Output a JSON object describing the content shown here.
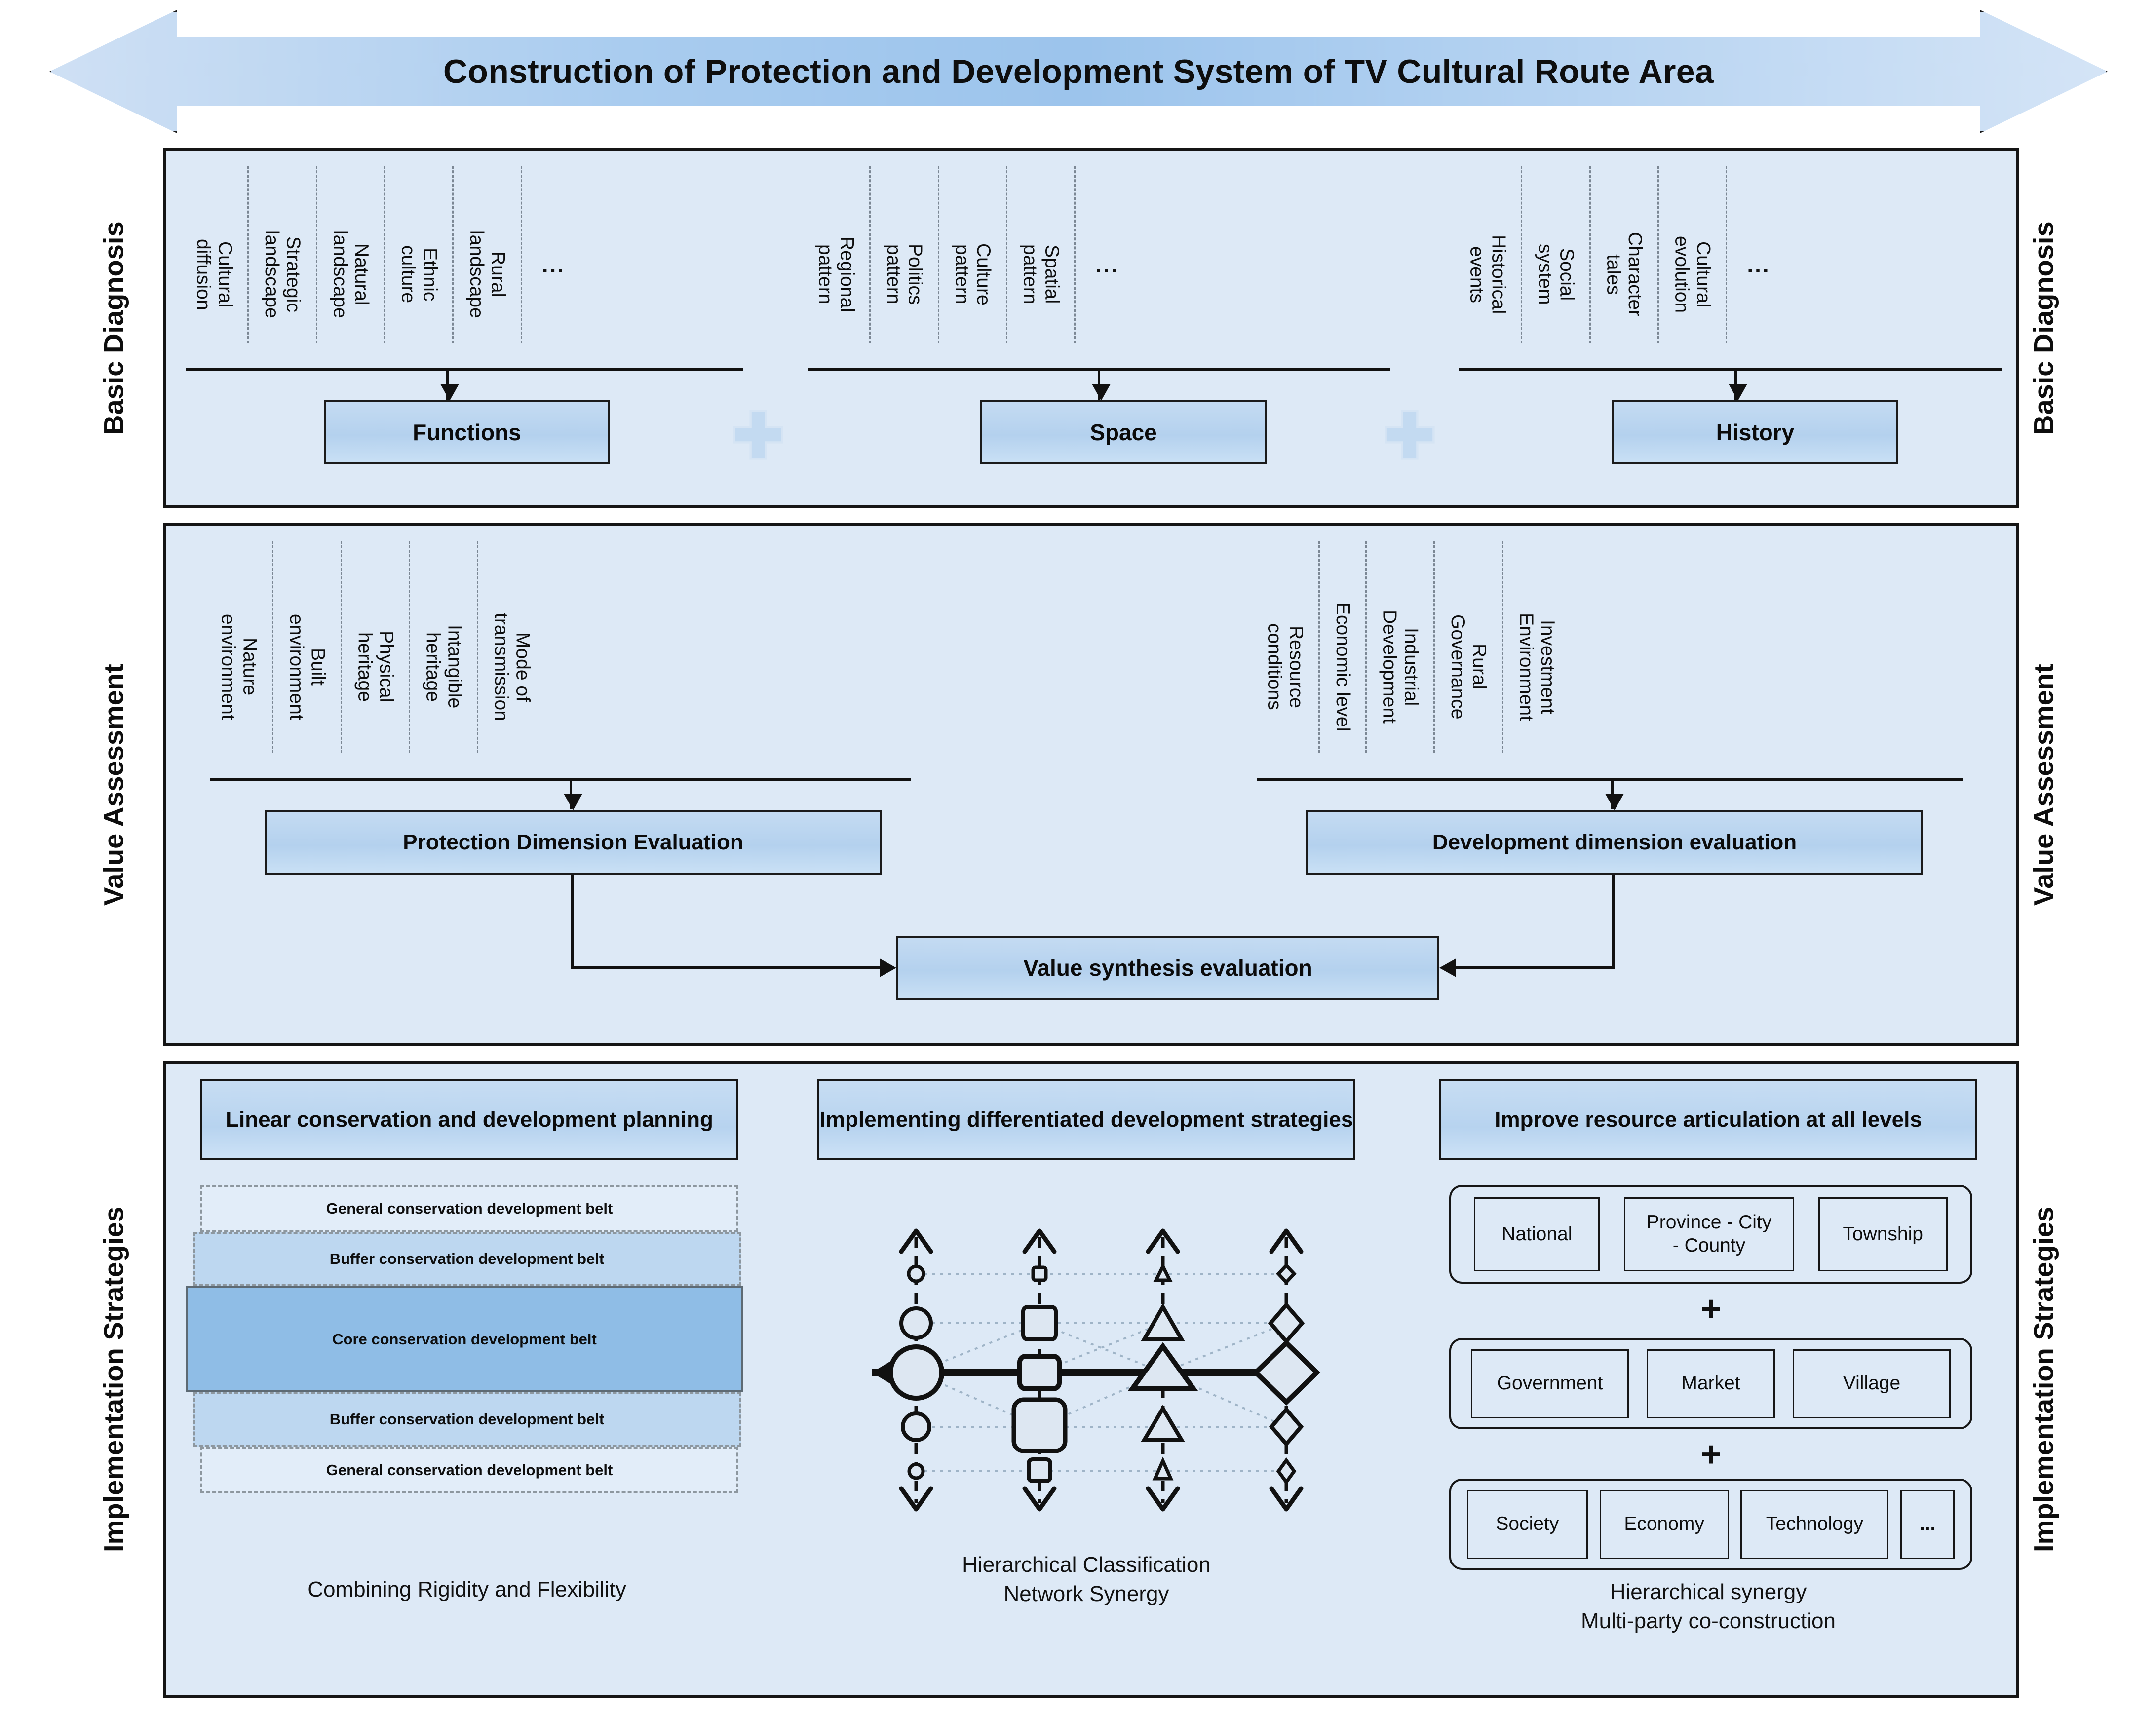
{
  "title": "Construction of Protection and Development System of TV Cultural Route Area",
  "sections": [
    {
      "id": "basic-diagnosis",
      "label": "Basic Diagnosis"
    },
    {
      "id": "value-assessment",
      "label": "Value Assessment"
    },
    {
      "id": "implementation-strategies",
      "label": "Implementation Strategies"
    }
  ],
  "basic_diagnosis": {
    "groups": [
      {
        "result": "Functions",
        "items": [
          "Cultural\ndiffusion",
          "Strategic\nlandscape",
          "Natural\nlandscape",
          "Ethnic\nculture",
          "Rural\nlandscape"
        ],
        "ellipsis": "..."
      },
      {
        "result": "Space",
        "items": [
          "Regional\npattern",
          "Politics\npattern",
          "Culture\npattern",
          "Spatial\npattern"
        ],
        "ellipsis": "..."
      },
      {
        "result": "History",
        "items": [
          "Historical\nevents",
          "Social\nsystem",
          "Character\ntales",
          "Cultural\nevolution"
        ],
        "ellipsis": "..."
      }
    ],
    "connector": "+"
  },
  "value_assessment": {
    "protection": {
      "items": [
        "Nature\nenvironment",
        "Built\nenvironment",
        "Physical\nheritage",
        "Intangible\nheritage",
        "Mode of\ntransmission"
      ],
      "result": "Protection Dimension Evaluation"
    },
    "development": {
      "items": [
        "Resource\nconditions",
        "Economic level",
        "Industrial\nDevelopment",
        "Rural\nGovernance",
        "Investment\nEnvironment"
      ],
      "result": "Development dimension evaluation"
    },
    "synthesis": "Value synthesis evaluation"
  },
  "implementation": {
    "panels": [
      {
        "heading": "Linear conservation and\ndevelopment planning",
        "caption": "Combining Rigidity and Flexibility",
        "belts": [
          {
            "label": "General conservation development belt",
            "kind": "general"
          },
          {
            "label": "Buffer conservation development belt",
            "kind": "buffer"
          },
          {
            "label": "Core conservation development belt",
            "kind": "core"
          },
          {
            "label": "Buffer conservation development belt",
            "kind": "buffer"
          },
          {
            "label": "General conservation development belt",
            "kind": "general"
          }
        ]
      },
      {
        "heading": "Implementing differentiated\ndevelopment strategies",
        "caption": "Hierarchical Classification\nNetwork Synergy"
      },
      {
        "heading": "Improve resource articulation at\nall levels",
        "caption": "Hierarchical synergy\nMulti-party co-construction",
        "levels": [
          {
            "cells": [
              "National",
              "Province - City\n- County",
              "Township"
            ]
          },
          {
            "cells": [
              "Government",
              "Market",
              "Village"
            ]
          },
          {
            "cells": [
              "Society",
              "Economy",
              "Technology",
              "..."
            ]
          }
        ],
        "joiner": "+"
      }
    ]
  },
  "colors": {
    "panel_bg": "#dde9f6",
    "box_blue": "#b7d3ef",
    "core_belt": "#8fbde6",
    "buffer_belt": "#bdd7f0",
    "general_belt": "#e2edf9",
    "outline": "#161616",
    "dashed_sep": "#8d979f"
  }
}
